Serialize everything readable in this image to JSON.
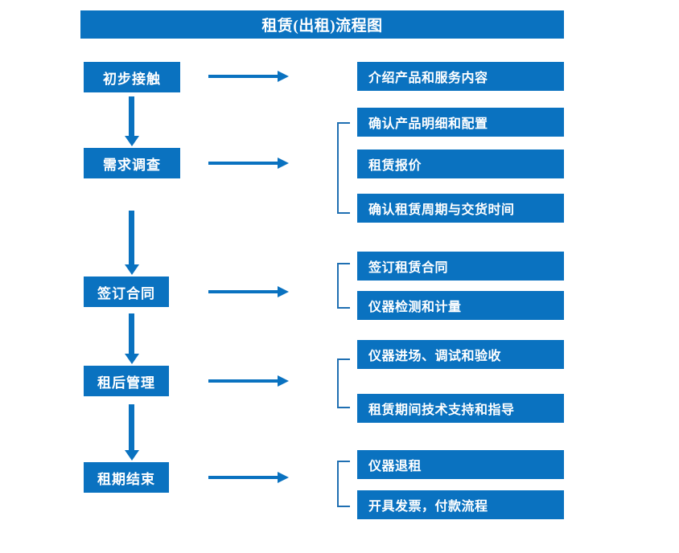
{
  "title": "租赁(出租)流程图",
  "accent_color": "#0a72c0",
  "bracket_color": "#1f6fb2",
  "stages": [
    {
      "id": "initial-contact",
      "label": "初步接触"
    },
    {
      "id": "demand-survey",
      "label": "需求调查"
    },
    {
      "id": "sign-contract",
      "label": "签订合同"
    },
    {
      "id": "post-rent-mgmt",
      "label": "租后管理"
    },
    {
      "id": "rent-end",
      "label": "租期结束"
    }
  ],
  "groups": [
    {
      "id": "group-initial-contact",
      "items": [
        {
          "id": "intro-products",
          "label": "介绍产品和服务内容"
        }
      ]
    },
    {
      "id": "group-demand-survey",
      "items": [
        {
          "id": "confirm-spec",
          "label": "确认产品明细和配置"
        },
        {
          "id": "rental-quote",
          "label": "租赁报价"
        },
        {
          "id": "confirm-period",
          "label": "确认租赁周期与交货时间"
        }
      ]
    },
    {
      "id": "group-sign-contract",
      "items": [
        {
          "id": "sign-rental-contract",
          "label": "签订租赁合同"
        },
        {
          "id": "instrument-check",
          "label": "仪器检测和计量"
        }
      ]
    },
    {
      "id": "group-post-rent-mgmt",
      "items": [
        {
          "id": "instrument-install",
          "label": "仪器进场、调试和验收"
        },
        {
          "id": "tech-support",
          "label": "租赁期间技术支持和指导"
        }
      ]
    },
    {
      "id": "group-rent-end",
      "items": [
        {
          "id": "instrument-return",
          "label": "仪器退租"
        },
        {
          "id": "invoice-payment",
          "label": "开具发票，付款流程"
        }
      ]
    }
  ],
  "connectors": {
    "horizontal_arrow_name": "flow-arrow-right",
    "vertical_arrow_name": "flow-arrow-down",
    "bracket_name": "group-bracket"
  }
}
